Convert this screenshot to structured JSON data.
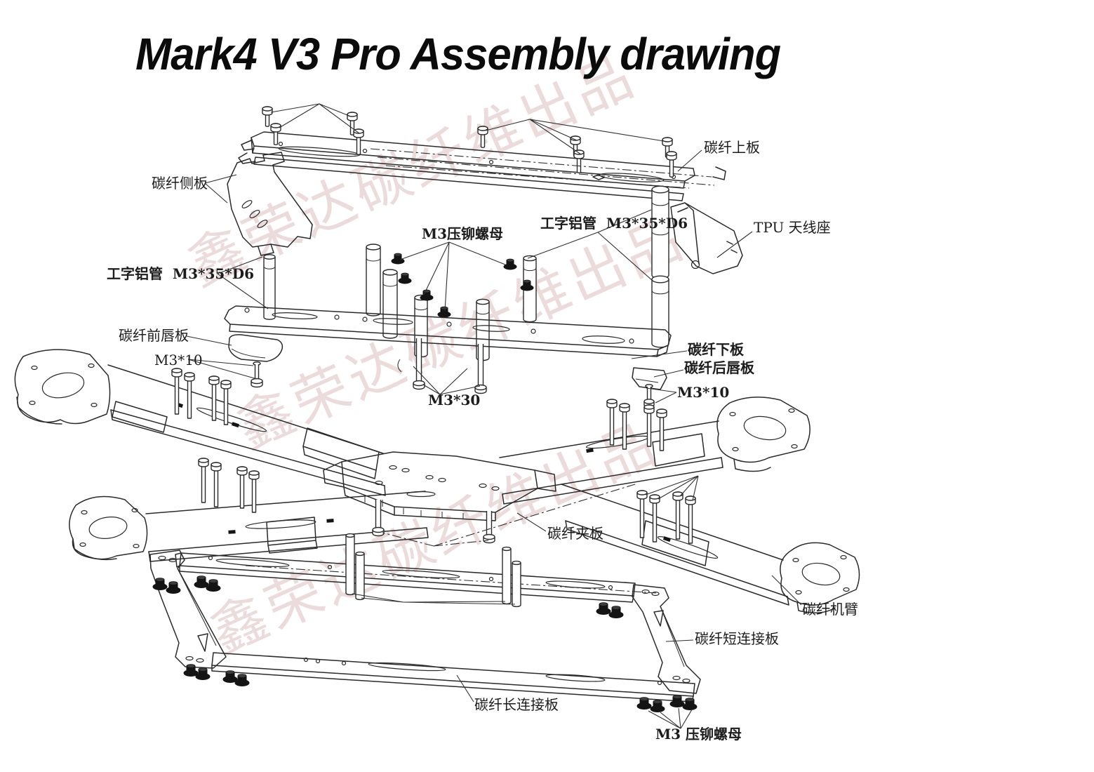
{
  "title": "Mark4 V3 Pro Assembly drawing",
  "watermark": {
    "text": "鑫荣达碳纤维出品",
    "color": "#d9b5b5"
  },
  "line_color": "#2a2a2a",
  "labels": {
    "top_plate": {
      "text": "碳纤上板"
    },
    "side_plate": {
      "text": "碳纤侧板"
    },
    "rivet_nut_mid": {
      "text": "M3压铆螺母"
    },
    "alu_tube_right": {
      "text": "工字铝管  M3*35*D6"
    },
    "tpu_antenna": {
      "text": "TPU 天线座"
    },
    "alu_tube_left": {
      "text": "工字铝管  M3*35*D6"
    },
    "front_lip": {
      "text": "碳纤前唇板"
    },
    "m3x10_left": {
      "text": "M3*10"
    },
    "bottom_plate": {
      "text": "碳纤下板"
    },
    "rear_lip": {
      "text": "碳纤后唇板"
    },
    "m3x10_right": {
      "text": "M3*10"
    },
    "m3x30": {
      "text": "M3*30"
    },
    "clamp_plate": {
      "text": "碳纤夹板"
    },
    "arm": {
      "text": "碳纤机臂"
    },
    "short_link": {
      "text": "碳纤短连接板"
    },
    "long_link": {
      "text": "碳纤长连接板"
    },
    "rivet_nut_bottom": {
      "text": "M3 压铆螺母"
    }
  }
}
